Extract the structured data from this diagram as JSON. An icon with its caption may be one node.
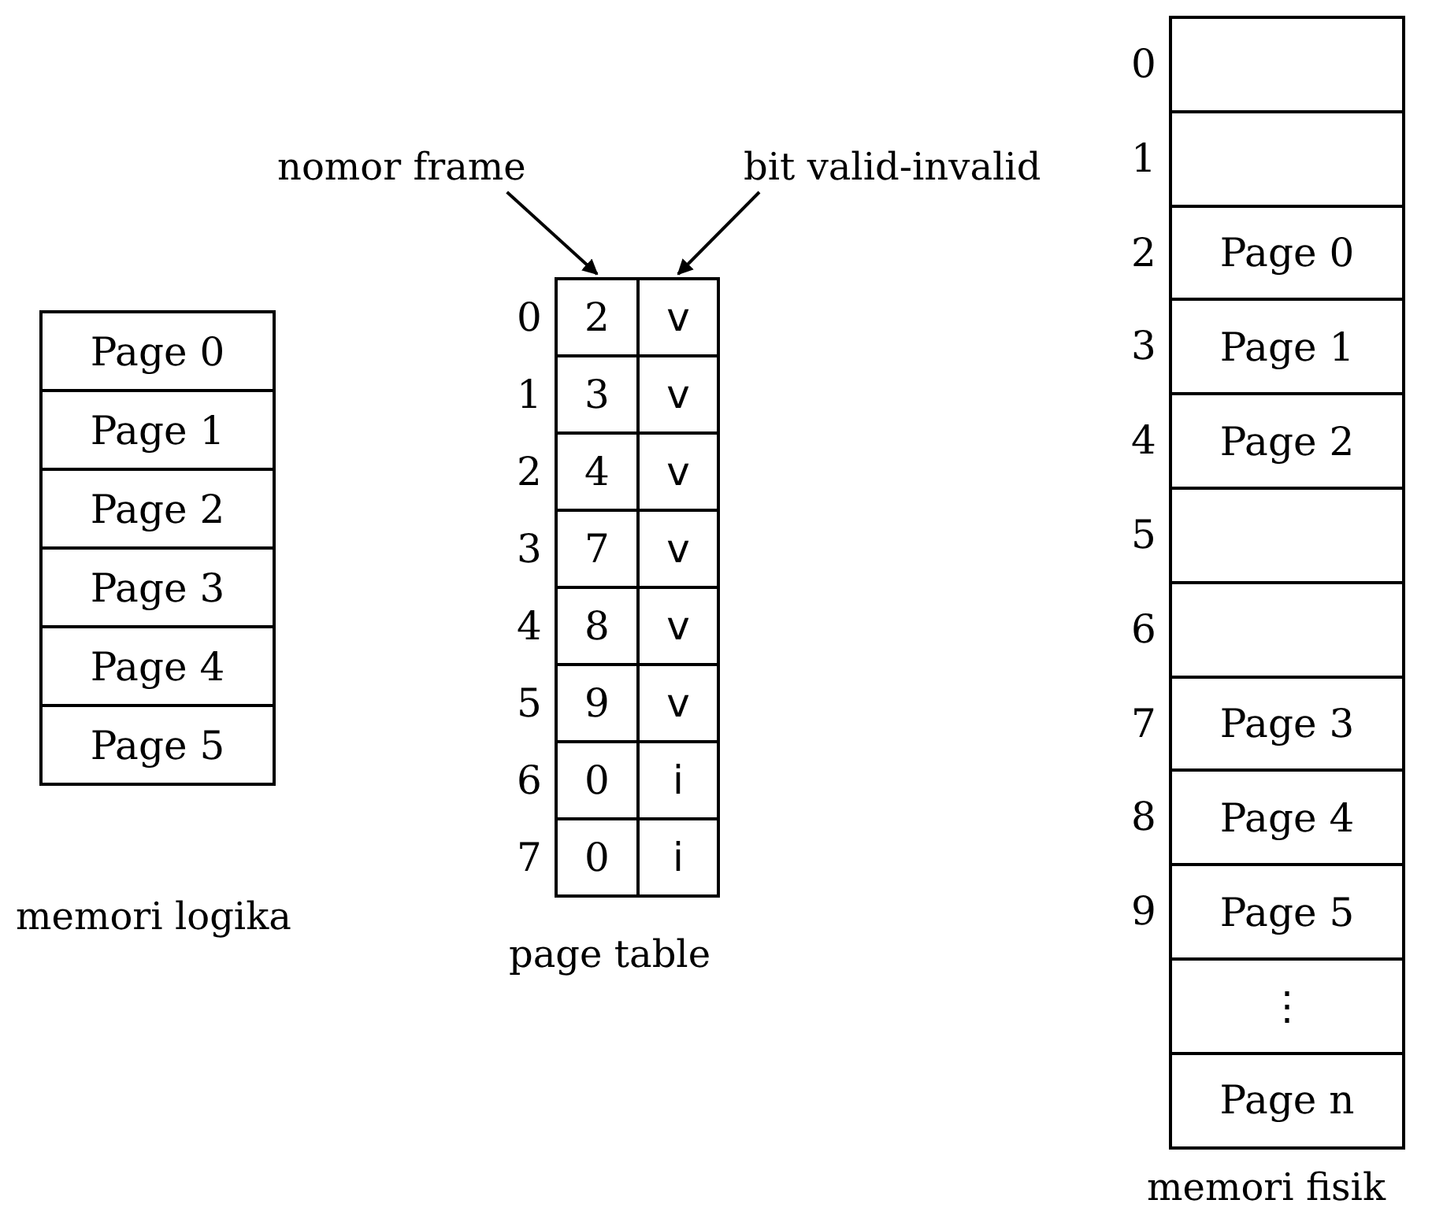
{
  "diagram": {
    "nodes": [
      {
        "text": [
          "Page 0"
        ]
      },
      {
        "text": [
          "Page 1"
        ]
      },
      {
        "text": [
          "Page 2"
        ]
      },
      {
        "text": [
          "Page 3"
        ]
      },
      {
        "text": [
          "Page 4"
        ]
      },
      {
        "text": [
          "Page 5"
        ]
      },
      {
        "text": [
          "nomor frame"
        ]
      },
      {
        "text": [
          "bit valid-invalid"
        ]
      },
      {
        "text": [
          "2"
        ],
        "beside": [
          "0"
        ]
      },
      {
        "text": [
          "v"
        ]
      },
      {
        "text": [
          "3"
        ],
        "beside": [
          "1"
        ]
      },
      {
        "text": [
          "v"
        ]
      },
      {
        "text": [
          "4"
        ],
        "beside": [
          "2"
        ]
      },
      {
        "text": [
          "v"
        ]
      },
      {
        "text": [
          "7"
        ],
        "beside": [
          "3"
        ]
      },
      {
        "text": [
          "v"
        ]
      },
      {
        "text": [
          "8"
        ],
        "beside": [
          "4"
        ]
      },
      {
        "text": [
          "v"
        ]
      },
      {
        "text": [
          "9"
        ],
        "beside": [
          "5"
        ]
      },
      {
        "text": [
          "v"
        ]
      },
      {
        "text": [
          "0"
        ],
        "beside": [
          "6"
        ]
      },
      {
        "text": [
          "i"
        ]
      },
      {
        "text": [
          "0"
        ],
        "beside": [
          "7"
        ]
      },
      {
        "text": [
          "i"
        ]
      },
      {
        "text": [],
        "shape": "box",
        "beside": [
          "0"
        ]
      },
      {
        "text": [],
        "shape": "box",
        "beside": [
          "1"
        ]
      },
      {
        "text": [
          "Page 0"
        ],
        "beside": [
          "2"
        ]
      },
      {
        "text": [
          "Page 1"
        ],
        "beside": [
          "3"
        ]
      },
      {
        "text": [
          "Page 2"
        ],
        "beside": [
          "4"
        ]
      },
      {
        "text": [],
        "shape": "box",
        "beside": [
          "5"
        ]
      },
      {
        "text": [],
        "shape": "box",
        "beside": [
          "6"
        ]
      },
      {
        "text": [
          "Page 3"
        ],
        "beside": [
          "7"
        ]
      },
      {
        "text": [
          "Page 4"
        ],
        "beside": [
          "8"
        ]
      },
      {
        "text": [
          "Page 5"
        ],
        "beside": [
          "9"
        ]
      },
      {
        "text": [
          "⋮"
        ]
      },
      {
        "text": [
          "Page n"
        ]
      }
    ],
    "edges": [
      {
        "from": 6,
        "to": 8,
        "arrow": "to"
      },
      {
        "from": 7,
        "to": 9,
        "arrow": "to"
      }
    ],
    "labels": [
      "memori logika",
      "page table",
      "memori fisik"
    ]
  }
}
